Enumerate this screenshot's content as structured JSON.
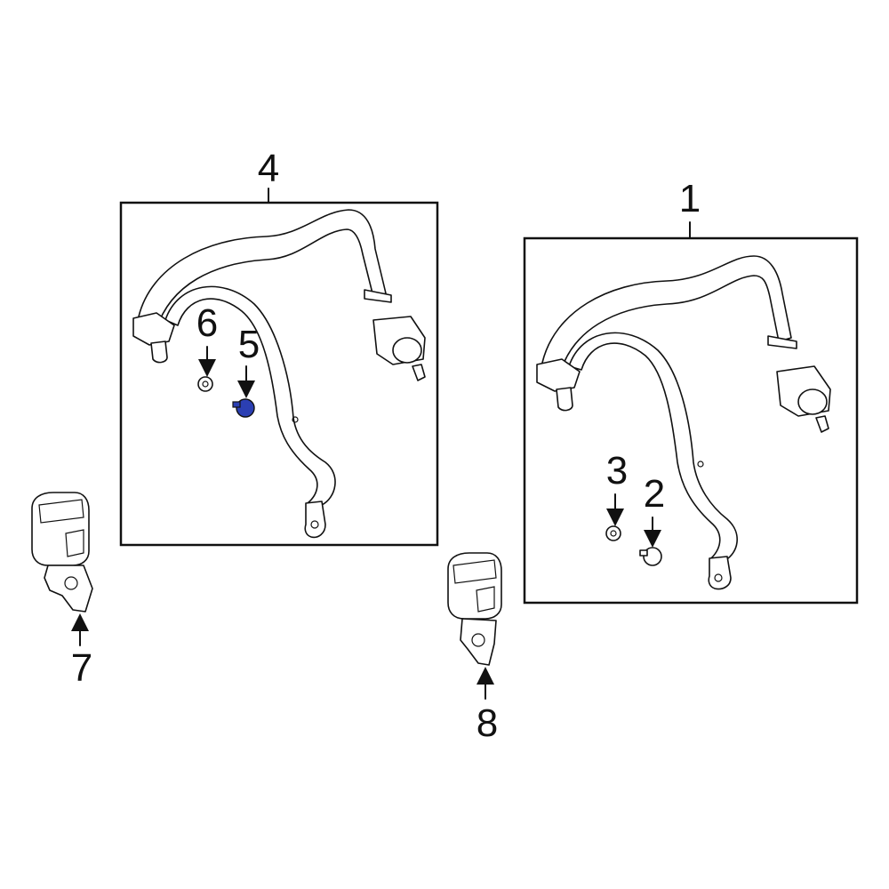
{
  "callouts": {
    "c1": "1",
    "c2": "2",
    "c3": "3",
    "c4": "4",
    "c5": "5",
    "c6": "6",
    "c7": "7",
    "c8": "8"
  },
  "colors": {
    "line": "#111111",
    "highlight": "#2b3fb3",
    "background": "#ffffff"
  },
  "highlighted_part": "5"
}
